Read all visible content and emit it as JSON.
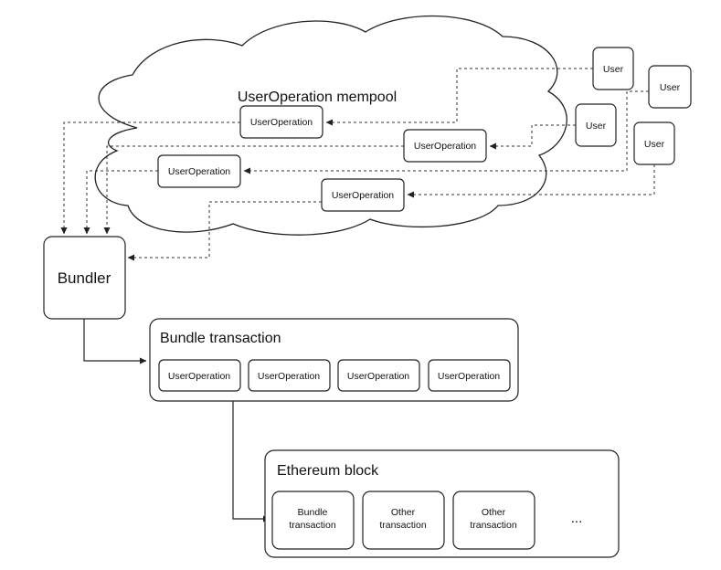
{
  "mempool": {
    "title": "UserOperation mempool"
  },
  "users": [
    "User",
    "User",
    "User",
    "User"
  ],
  "mempool_ops": [
    "UserOperation",
    "UserOperation",
    "UserOperation",
    "UserOperation"
  ],
  "bundler": {
    "label": "Bundler"
  },
  "bundle_tx": {
    "title": "Bundle transaction",
    "ops": [
      "UserOperation",
      "UserOperation",
      "UserOperation",
      "UserOperation"
    ]
  },
  "eth_block": {
    "title": "Ethereum block",
    "items": [
      {
        "line1": "Bundle",
        "line2": "transaction"
      },
      {
        "line1": "Other",
        "line2": "transaction"
      },
      {
        "line1": "Other",
        "line2": "transaction"
      }
    ],
    "ellipsis": "..."
  }
}
